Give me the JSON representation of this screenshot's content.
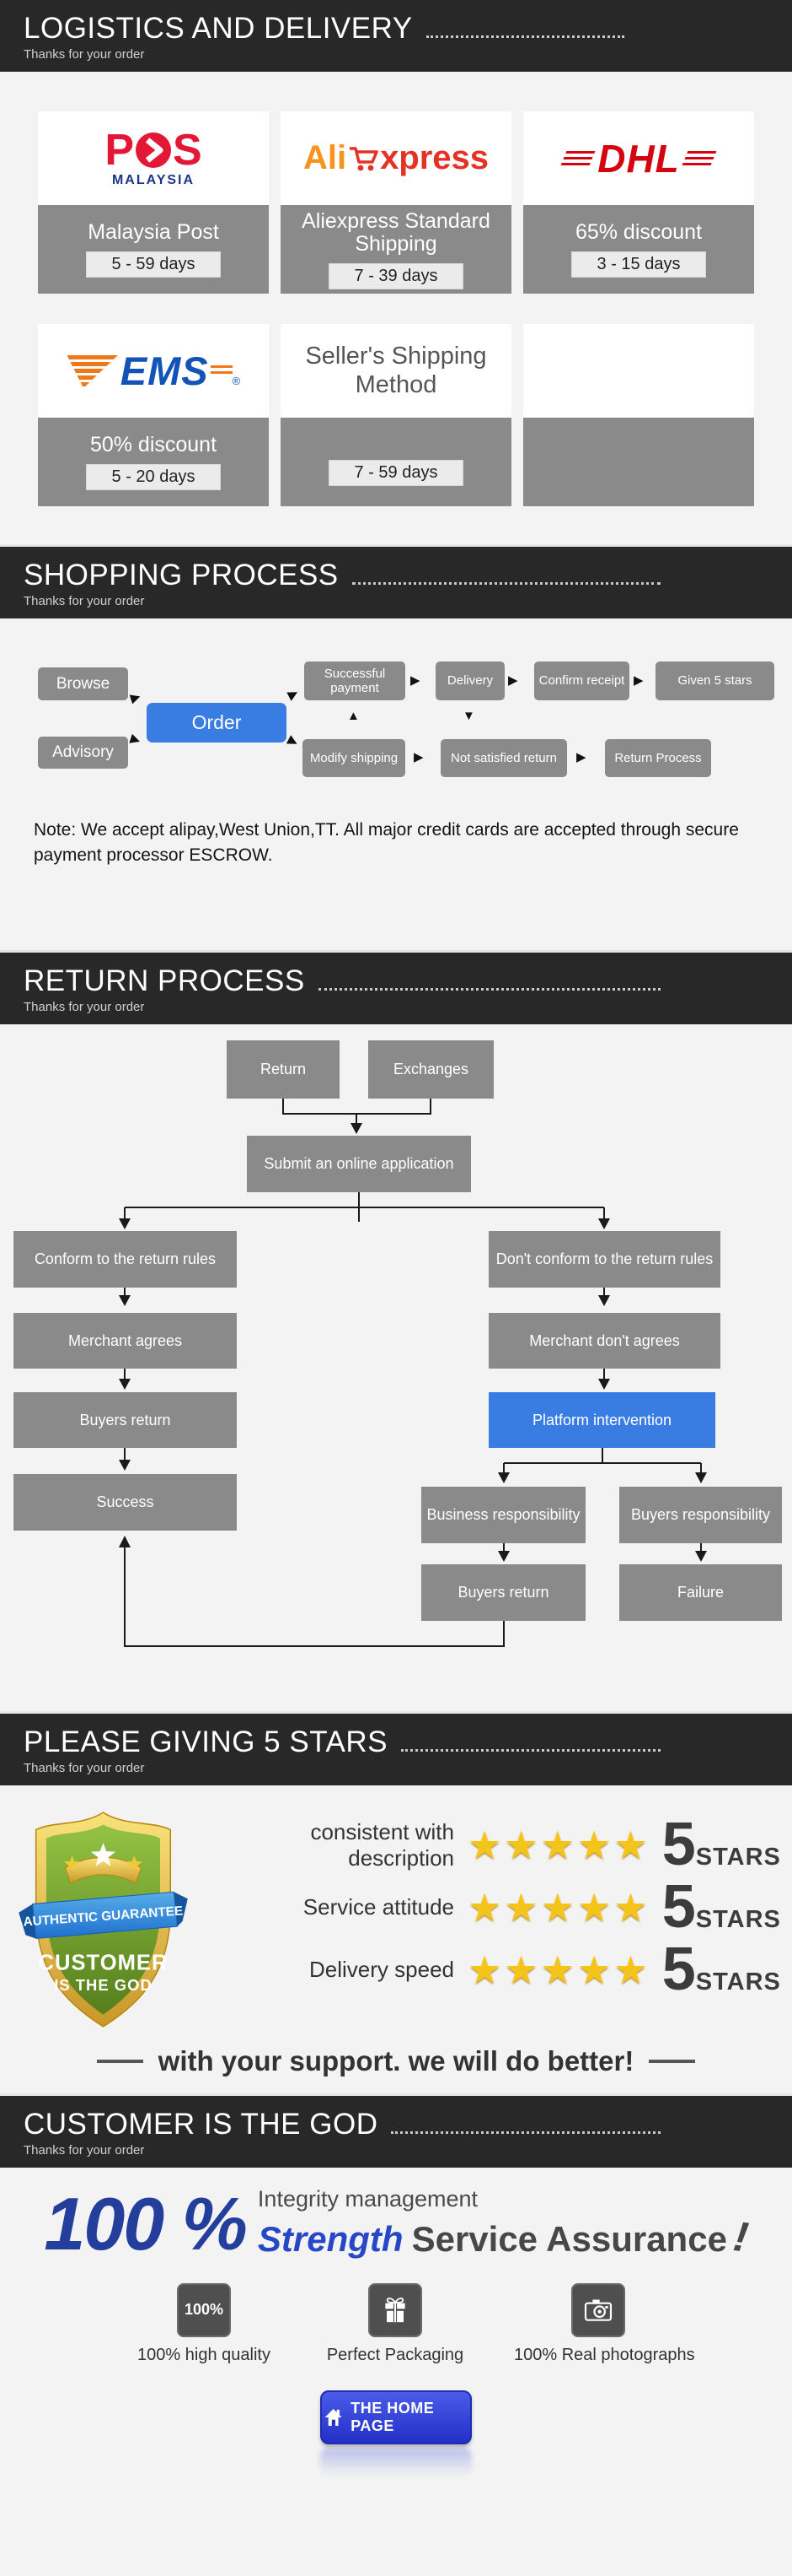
{
  "colors": {
    "band_bg": "#282828",
    "page_bg": "#f3f3f3",
    "node_gray": "#8a8a8a",
    "accent_blue": "#3a7de2",
    "home_blue": "#2b3fd3",
    "star_gold": "#f5c418",
    "pos_red": "#e31837",
    "pos_blue": "#1c3687",
    "ali_orange": "#f7941d",
    "ali_red": "#e43225",
    "dhl_red": "#d40511",
    "ems_blue": "#1353b8",
    "ems_orange": "#f07818",
    "deep_blue": "#233e9b"
  },
  "sections": {
    "logistics": {
      "title": "LOGISTICS AND DELIVERY",
      "subtitle": "Thanks for your order"
    },
    "shopping": {
      "title": "SHOPPING PROCESS",
      "subtitle": "Thanks for your order"
    },
    "returns": {
      "title": "RETURN PROCESS",
      "subtitle": "Thanks for your order"
    },
    "stars": {
      "title": "PLEASE GIVING 5 STARS",
      "subtitle": "Thanks for your order"
    },
    "customer": {
      "title": "CUSTOMER IS THE GOD",
      "subtitle": "Thanks for your order"
    }
  },
  "logos": {
    "pos": {
      "p": "P",
      "s": "S",
      "sub": "MALAYSIA"
    },
    "ali": {
      "left": "Ali",
      "right": "xpress"
    },
    "dhl": {
      "text": "DHL"
    },
    "ems": {
      "text": "EMS",
      "reg": "®"
    },
    "seller": {
      "line": "Seller's Shipping Method"
    }
  },
  "shipping": {
    "cards": [
      {
        "logo": "pos-malaysia",
        "title": "Malaysia Post",
        "days": "5 - 59 days"
      },
      {
        "logo": "aliexpress",
        "title": "Aliexpress Standard Shipping",
        "days": "7 - 39 days"
      },
      {
        "logo": "dhl",
        "title": "65% discount",
        "days": "3 - 15 days"
      },
      {
        "logo": "ems",
        "title": "50% discount",
        "days": "5 - 20 days"
      },
      {
        "logo": "sellers-method",
        "title": "",
        "days": "7 - 59 days"
      },
      {
        "logo": "none",
        "title": "",
        "days": ""
      }
    ]
  },
  "shopping_flow": {
    "browse": "Browse",
    "advisory": "Advisory",
    "order": "Order",
    "successful_payment": "Successful payment",
    "delivery": "Delivery",
    "confirm_receipt": "Confirm receipt",
    "given_5_stars": "Given 5 stars",
    "modify_shipping": "Modify shipping",
    "not_satisfied_return": "Not satisfied return",
    "return_process": "Return Process",
    "note": "Note: We accept alipay,West Union,TT. All major credit cards are accepted through secure payment processor ESCROW."
  },
  "return_flow": {
    "return": "Return",
    "exchanges": "Exchanges",
    "submit": "Submit an online application",
    "conform": "Conform to the return rules",
    "dont_conform": "Don't conform to the return rules",
    "merchant_agrees": "Merchant agrees",
    "merchant_dont_agrees": "Merchant don't agrees",
    "buyers_return_left": "Buyers return",
    "platform_intervention": "Platform intervention",
    "success": "Success",
    "business_responsibility": "Business responsibility",
    "buyers_responsibility": "Buyers responsibility",
    "buyers_return_right": "Buyers return",
    "failure": "Failure"
  },
  "ratings": {
    "badge": {
      "ribbon": "AUTHENTIC GUARANTEE",
      "line1": "CUSTOMER",
      "line2": "IS THE GOD"
    },
    "rows": [
      {
        "label": "consistent with description",
        "stars": 5,
        "score": "5",
        "suffix": "STARS"
      },
      {
        "label": "Service attitude",
        "stars": 5,
        "score": "5",
        "suffix": "STARS"
      },
      {
        "label": "Delivery speed",
        "stars": 5,
        "score": "5",
        "suffix": "STARS"
      }
    ],
    "support": "with your support. we will do better!"
  },
  "guarantee": {
    "percent": "100 %",
    "tagline_top": "Integrity management",
    "tagline_blue": "Strength",
    "tagline_dark": "Service Assurance",
    "tagline_bang": "!",
    "items": [
      {
        "icon": "badge-100-icon",
        "badge_text": "100%",
        "label": "100% high quality"
      },
      {
        "icon": "gift-icon",
        "label": "Perfect Packaging"
      },
      {
        "icon": "camera-icon",
        "label": "100% Real photographs"
      }
    ],
    "home_button": "THE HOME PAGE"
  }
}
